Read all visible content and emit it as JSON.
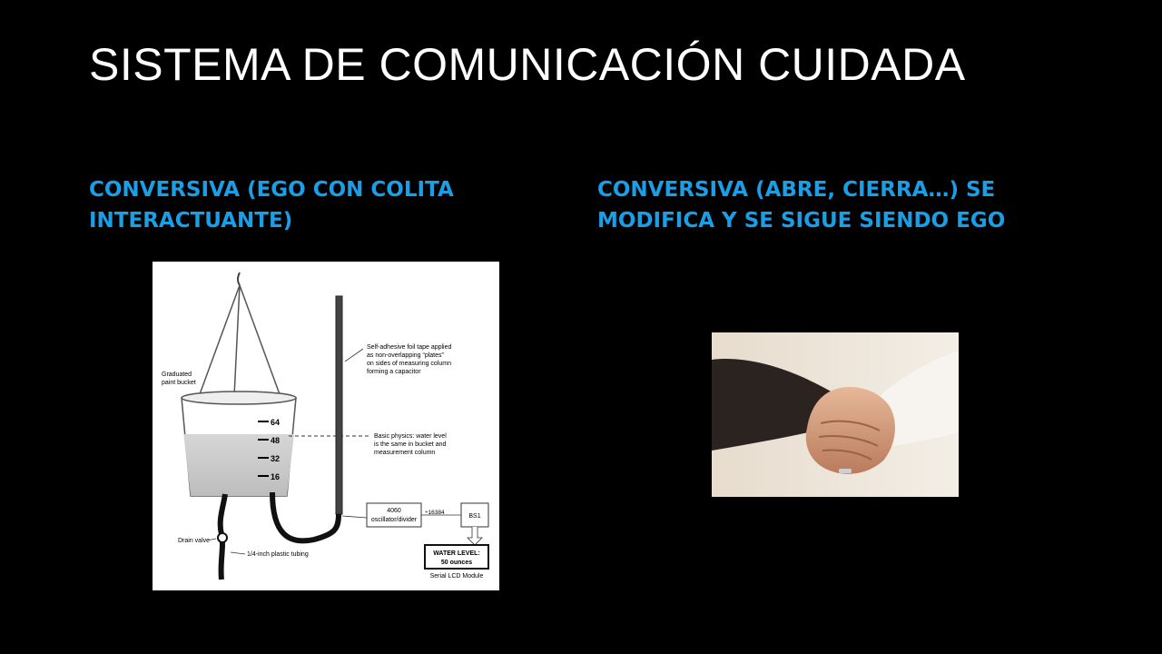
{
  "slide": {
    "title": "SISTEMA DE COMUNICACIÓN CUIDADA",
    "left_heading": "CONVERSIVA (EGO CON COLITA INTERACTUANTE)",
    "right_heading": "CONVERSIVA  (ABRE, CIERRA…) SE MODIFICA Y SE SIGUE SIENDO EGO"
  },
  "diagram": {
    "bucket_label_1": "Graduated",
    "bucket_label_2": "paint bucket",
    "marks": [
      "64",
      "48",
      "32",
      "16"
    ],
    "foil_label_1": "Self-adhesive foil tape applied",
    "foil_label_2": "as non-overlapping “plates”",
    "foil_label_3": "on sides of measuring column",
    "foil_label_4": "forming a capacitor",
    "physics_label_1": "Basic physics: water level",
    "physics_label_2": "is the same in bucket and",
    "physics_label_3": "measurement column",
    "oscillator_1": "4060",
    "oscillator_2": "oscillator/divider",
    "divider": "÷16384",
    "bs1": "BS1",
    "drain": "Drain valve",
    "tubing": "1/4-inch plastic tubing",
    "lcd_1": "WATER LEVEL:",
    "lcd_2": "50 ounces",
    "lcd_caption": "Serial LCD Module"
  },
  "colors": {
    "background": "#000000",
    "title": "#ffffff",
    "heading": "#1a9ee6"
  }
}
